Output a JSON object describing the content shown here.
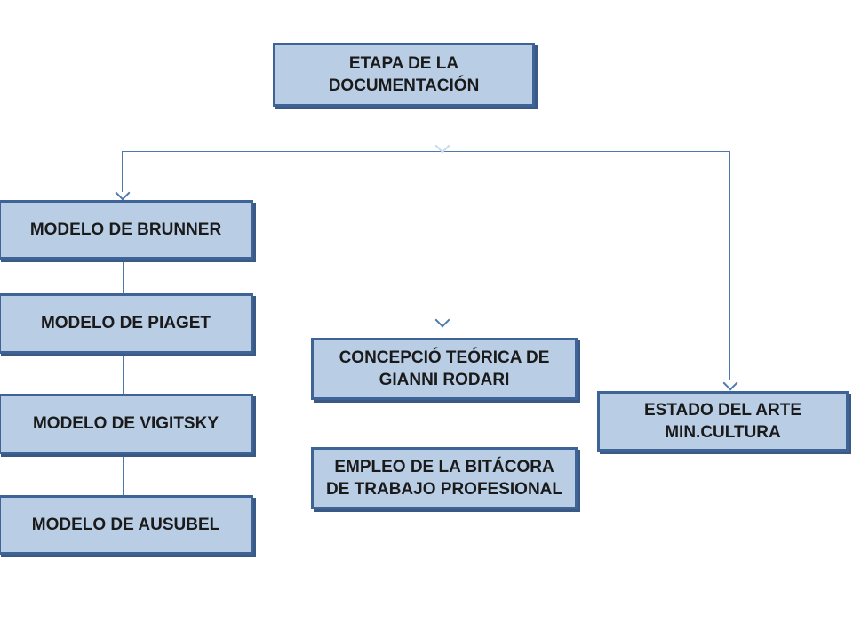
{
  "diagram": {
    "nodes": {
      "etapa": {
        "lines": [
          "ETAPA DE LA",
          "DOCUMENTACIÓN"
        ]
      },
      "brunner": {
        "lines": [
          "MODELO DE BRUNNER"
        ]
      },
      "piaget": {
        "lines": [
          "MODELO DE PIAGET"
        ]
      },
      "vigitsky": {
        "lines": [
          "MODELO DE VIGITSKY"
        ]
      },
      "ausubel": {
        "lines": [
          "MODELO DE AUSUBEL"
        ]
      },
      "rodari": {
        "lines": [
          "CONCEPCIÓ TEÓRICA DE",
          "GIANNI RODARI"
        ]
      },
      "bitacora": {
        "lines": [
          "EMPLEO DE LA BITÁCORA",
          "DE TRABAJO PROFESIONAL"
        ]
      },
      "estado": {
        "lines": [
          "ESTADO DEL ARTE",
          "MIN.CULTURA"
        ]
      }
    }
  },
  "colors": {
    "fill": "#b9cde5",
    "border": "#3d6397",
    "shadow": "#3a5a85",
    "line": "#4e79ab",
    "faint": "#c9daee",
    "text": "#1a1a1a"
  }
}
